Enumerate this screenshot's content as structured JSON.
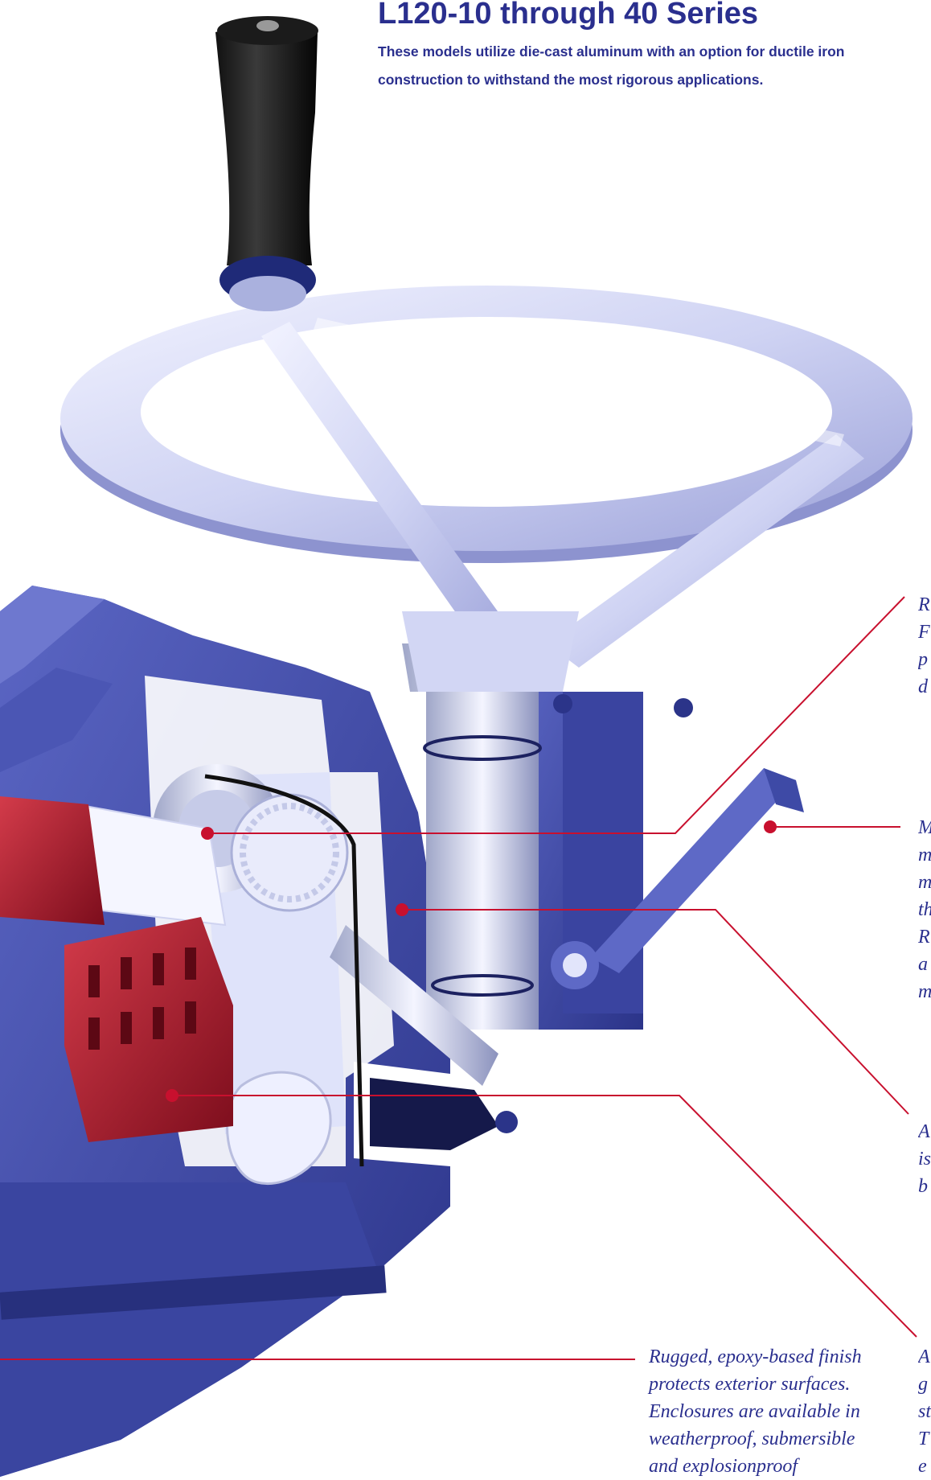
{
  "header": {
    "title": "L120-10 through 40 Series",
    "intro": "These models utilize die-cast aluminum with an option for ductile iron construction to withstand the most rigorous applications."
  },
  "callouts": {
    "finish": [
      "Rugged, epoxy-based finish",
      "protects exterior surfaces.",
      "Enclosures are available in",
      "weatherproof, submersible",
      "and explosionproof"
    ],
    "top_right": [
      "R",
      "F",
      "p",
      "d"
    ],
    "mid_right": [
      "M",
      "m",
      "m",
      "th",
      "R",
      "a",
      "m"
    ],
    "lower_right": [
      "A",
      "is",
      "b"
    ],
    "bottom_right": [
      "A",
      "g",
      "st",
      "T",
      "e"
    ]
  },
  "colors": {
    "accent_red": "#c8102e",
    "text_navy": "#2a2f8e",
    "housing_blue": "#3e4aa6",
    "wheel_lavender": "#cdd2f2"
  }
}
